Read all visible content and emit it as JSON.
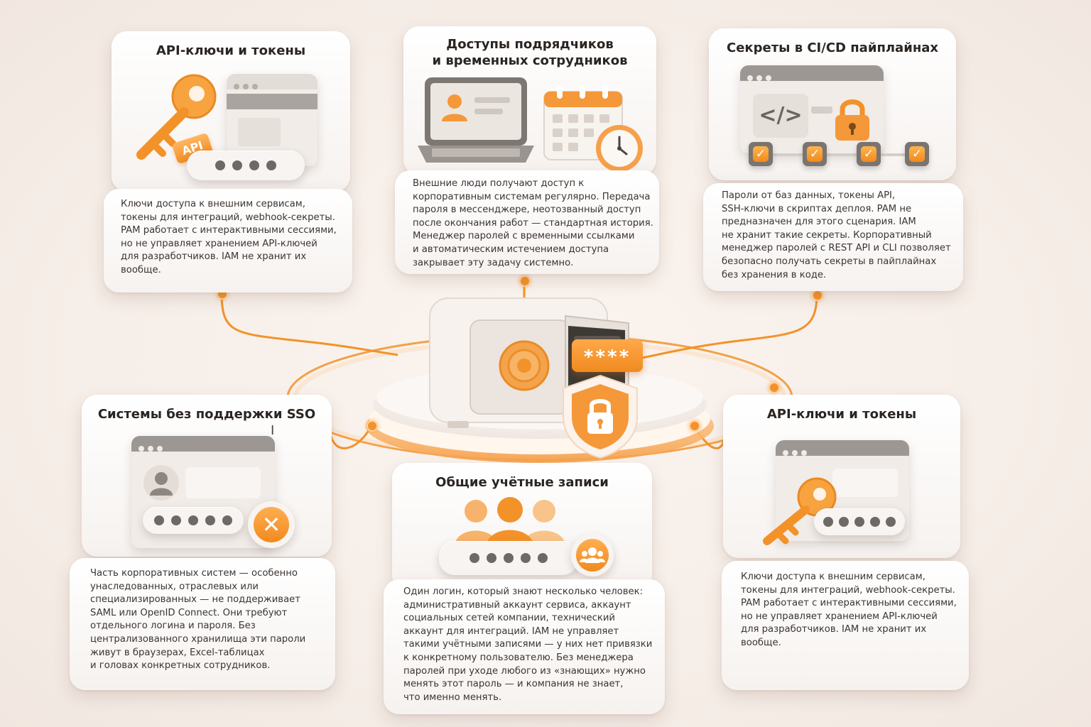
{
  "colors": {
    "accent": "#f39229",
    "accent_light": "#ffc07a",
    "gray": "#9d9794",
    "dark_gray": "#6f6965"
  },
  "icons": [
    "key-icon",
    "api-tag-icon",
    "laptop-icon",
    "user-icon",
    "calendar-icon",
    "clock-icon",
    "code-icon",
    "lock-icon",
    "check-icon",
    "users-group-icon",
    "close-icon",
    "safe-icon",
    "shield-lock-icon",
    "text-cursor-icon"
  ],
  "cards": {
    "api_left": {
      "title": "API-ключи и токены",
      "tag": "API",
      "desc": "Ключи доступа к внешним сервисам,\nтокены для интеграций, webhook-секреты.\nPAM работает с интерактивными сессиями,\nно не управляет хранением API-ключей\nдля разработчиков. IAM не хранит их\nвообще."
    },
    "contractors": {
      "title": "Доступы подрядчиков\nи временных сотрудников",
      "desc": "Внешние люди получают доступ к\nкорпоративным системам регулярно. Передача\nпароля в мессенджере, неотозванный доступ\nпосле окончания работ — стандартная история.\nМенеджер паролей с временными ссылками\nи автоматическим истечением доступа\nзакрывает эту задачу системно."
    },
    "cicd": {
      "title": "Секреты в CI/CD пайплайнах",
      "desc": "Пароли от баз данных, токены API,\nSSH-ключи в скриптах деплоя. PAM не\nпредназначен для этого сценария. IAM\nне хранит такие секреты. Корпоративный\nменеджер паролей с REST API и CLI позволяет\nбезопасно получать секреты в пайплайнах\nбез хранения в коде."
    },
    "sso": {
      "title": "Системы без поддержки SSO",
      "desc": "Часть корпоративных систем — особенно\nунаследованных, отраслевых или\nспециализированных — не поддерживает\nSAML или OpenID Connect. Они требуют\nотдельного логина и пароля. Без\nцентрализованного хранилища эти пароли\nживут в браузерах, Excel-таблицах\nи головах конкретных сотрудников."
    },
    "shared": {
      "title": "Общие учётные записи",
      "desc": "Один логин, который знают несколько человек:\nадминистративный аккаунт сервиса, аккаунт\nсоциальных сетей компании, технический\nаккаунт для интеграций. IAM не управляет\nтакими учётными записями — у них нет привязки\nк конкретному пользователю. Без менеджера\nпаролей при уходе любого из «знающих» нужно\nменять этот пароль — и компания не знает,\nчто именно менять."
    },
    "api_right": {
      "title": "API-ключи и токены",
      "desc": "Ключи доступа к внешним сервисам,\nтокены для интеграций, webhook-секреты.\nPAM работает с интерактивными сессиями,\nно не управляет хранением API-ключей\nдля разработчиков. IAM не хранит их\nвообще."
    }
  },
  "center": {
    "password_badge": "****"
  }
}
